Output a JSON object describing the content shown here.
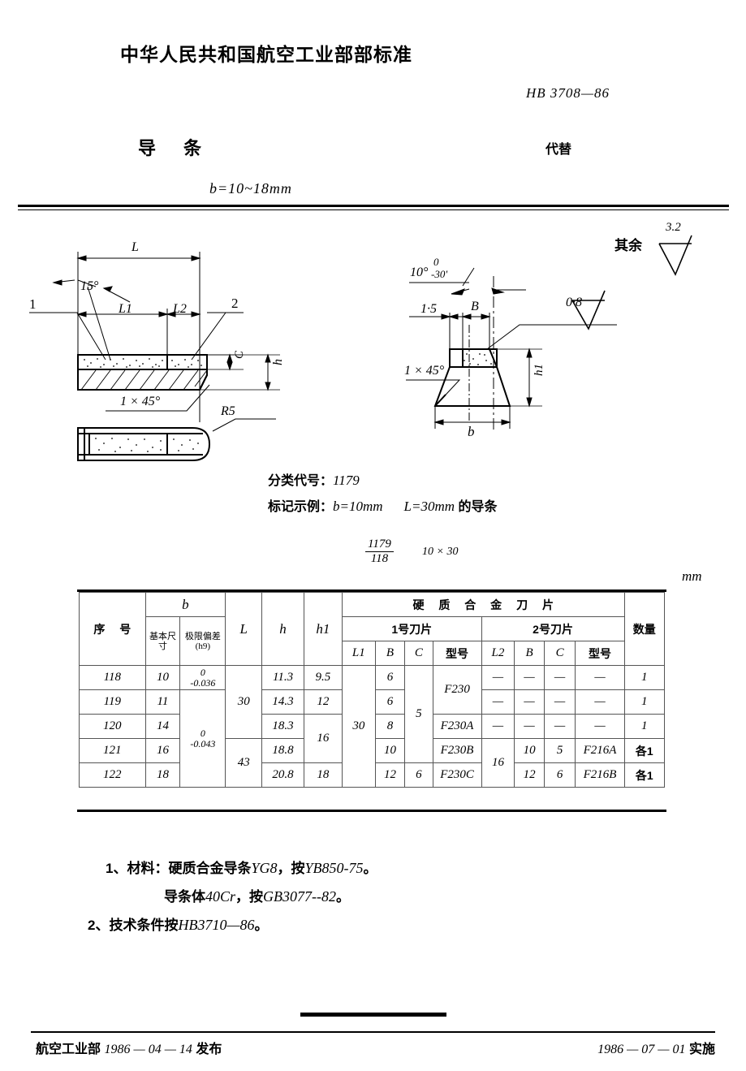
{
  "header": {
    "doc_title": "中华人民共和国航空工业部部标准",
    "standard_no": "HB 3708—86",
    "part_title": "导条",
    "replace_label": "代替",
    "b_range": "b=10~18mm"
  },
  "drawing": {
    "surface_note_label": "其余",
    "surface_note_value": "3.2",
    "labels": {
      "L": "L",
      "L1": "L1",
      "L2": "L2",
      "angle15": "15°",
      "item1": "1",
      "item2": "2",
      "C": "C",
      "h": "h",
      "chamfer_left": "1 × 45°",
      "R5": "R5",
      "angle10_deg": "10°",
      "angle10_tol_up": "0",
      "angle10_tol_low": "-30'",
      "dim15": "1·5",
      "B": "B",
      "chamfer_right": "1 × 45°",
      "h1": "h1",
      "b": "b",
      "ra08": "0·8"
    }
  },
  "classification": {
    "code_label": "分类代号：",
    "code_value": "1179",
    "example_label": "标记示例：",
    "example_b": "b=10mm",
    "example_L": "L=30mm",
    "example_suffix": "的导条",
    "frac_numerator": "1179",
    "frac_denominator": "118",
    "frac_size": "10 × 30"
  },
  "table": {
    "unit": "mm",
    "headers": {
      "seq": "序  号",
      "b_group": "b",
      "b_basic": "基本尺寸",
      "b_tol": "极限偏差(h9)",
      "L": "L",
      "h": "h",
      "h1": "h1",
      "insert_group": "硬 质 合 金 刀 片",
      "insert1": "1号刀片",
      "insert2": "2号刀片",
      "L1": "L1",
      "B": "B",
      "C": "C",
      "model": "型号",
      "L2": "L2",
      "B2": "B",
      "C2": "C",
      "model2": "型号",
      "qty": "数量"
    },
    "rows": [
      {
        "seq": "118",
        "b_basic": "10",
        "b_tol_up": "0",
        "b_tol_low": "-0.036",
        "L": "30",
        "h": "11.3",
        "h1": "9.5",
        "L1": "30",
        "B": "6",
        "C": "5",
        "model": "F230",
        "L2": "—",
        "B2": "—",
        "C2": "—",
        "model2": "—",
        "qty": "1"
      },
      {
        "seq": "119",
        "b_basic": "11",
        "b_tol_up": "0",
        "b_tol_low": "-0.043",
        "L": "30",
        "h": "14.3",
        "h1": "12",
        "L1": "30",
        "B": "6",
        "C": "5",
        "model": "F230",
        "L2": "—",
        "B2": "—",
        "C2": "—",
        "model2": "—",
        "qty": "1"
      },
      {
        "seq": "120",
        "b_basic": "14",
        "b_tol_up": "0",
        "b_tol_low": "-0.043",
        "L": "30",
        "h": "18.3",
        "h1": "16",
        "L1": "30",
        "B": "8",
        "C": "5",
        "model": "F230A",
        "L2": "—",
        "B2": "—",
        "C2": "—",
        "model2": "—",
        "qty": "1"
      },
      {
        "seq": "121",
        "b_basic": "16",
        "b_tol_up": "0",
        "b_tol_low": "-0.043",
        "L": "43",
        "h": "18.8",
        "h1": "16",
        "L1": "30",
        "B": "10",
        "C": "5",
        "model": "F230B",
        "L2": "16",
        "B2": "10",
        "C2": "5",
        "model2": "F216A",
        "qty": "各1"
      },
      {
        "seq": "122",
        "b_basic": "18",
        "b_tol_up": "0",
        "b_tol_low": "-0.043",
        "L": "43",
        "h": "20.8",
        "h1": "18",
        "L1": "30",
        "B": "12",
        "C": "6",
        "model": "F230C",
        "L2": "16",
        "B2": "12",
        "C2": "6",
        "model2": "F216B",
        "qty": "各1"
      }
    ]
  },
  "notes": {
    "n1_a": "1、材料：硬质合金导条",
    "n1_a_code": "YG8",
    "n1_a_tail": "，按",
    "n1_a_std": "YB850-75",
    "n1_a_end": "。",
    "n1_b": "导条体",
    "n1_b_code": "40Cr",
    "n1_b_tail": "，按",
    "n1_b_std": "GB3077--82",
    "n1_b_end": "。",
    "n2": "2、技术条件按",
    "n2_std": "HB3710—86",
    "n2_end": "。"
  },
  "footer": {
    "issuer": "航空工业部",
    "issue_date": "1986 — 04 — 14",
    "issue_verb": "发布",
    "effective_date": "1986 — 07 — 01",
    "effective_verb": "实施"
  }
}
